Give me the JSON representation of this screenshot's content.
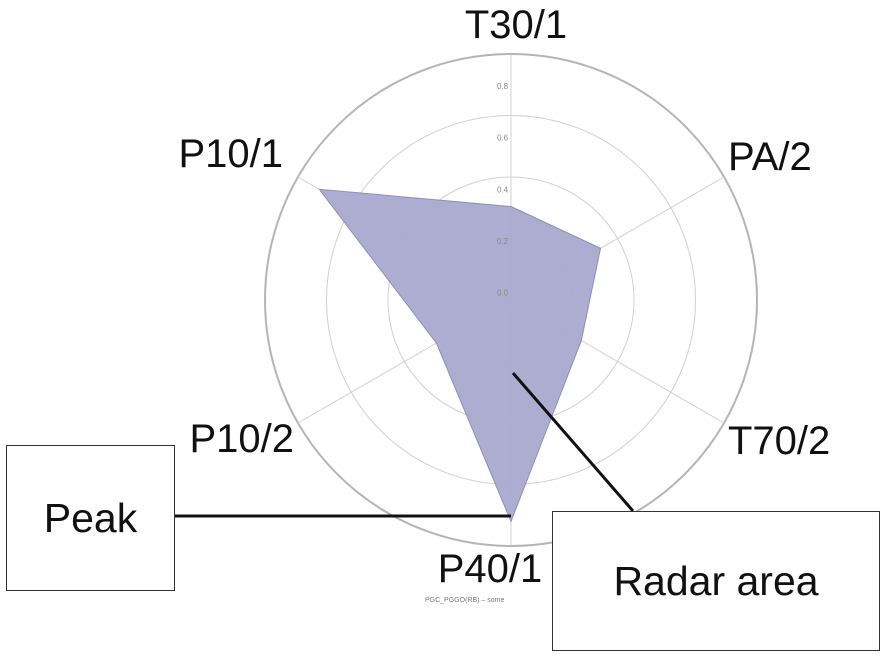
{
  "chart_data": {
    "type": "radar",
    "axes": [
      "T30/1",
      "PA/2",
      "T70/2",
      "P40/1",
      "P10/2",
      "P10/1"
    ],
    "rlim": [
      0,
      1.0
    ],
    "tick_labels": [
      "0.0",
      "0.2",
      "0.4",
      "0.6",
      "0.8"
    ],
    "series": [
      {
        "values": [
          0.38,
          0.42,
          0.33,
          0.9,
          0.35,
          0.9
        ]
      }
    ],
    "source_label": "PGC_PGGO(RB) – some",
    "grid": true,
    "fill_color": "#a9a9cf",
    "grid_color": "#d0d0d0"
  },
  "callouts": {
    "peak": "Peak",
    "radar_area": "Radar area"
  }
}
